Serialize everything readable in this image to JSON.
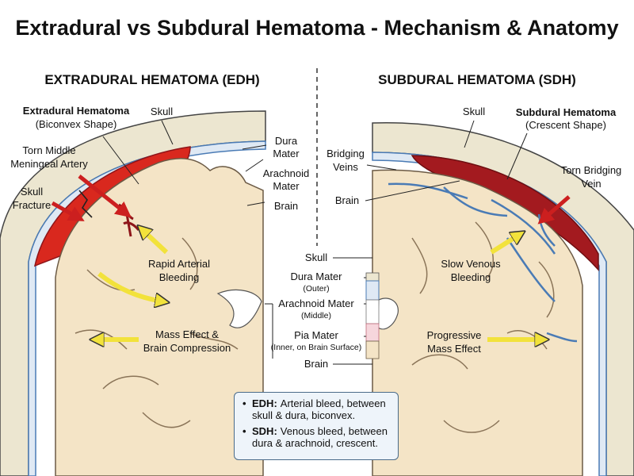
{
  "title": "Extradural vs Subdural Hematoma - Mechanism & Anatomy",
  "edh": {
    "heading": "EXTRADURAL HEMATOMA (EDH)",
    "hematoma_label": "Extradural Hematoma",
    "hematoma_shape": "(Biconvex Shape)",
    "skull": "Skull",
    "dura": [
      "Dura",
      "Mater"
    ],
    "arachnoid": [
      "Arachnoid",
      "Mater"
    ],
    "brain": "Brain",
    "artery": [
      "Torn Middle",
      "Meningeal Artery"
    ],
    "fracture": [
      "Skull",
      "Fracture"
    ],
    "bleeding": [
      "Rapid Arterial",
      "Bleeding"
    ],
    "mass_effect": [
      "Mass Effect &",
      "Brain Compression"
    ]
  },
  "sdh": {
    "heading": "SUBDURAL HEMATOMA (SDH)",
    "skull": "Skull",
    "hematoma_label": "Subdural Hematoma",
    "hematoma_shape": "(Crescent Shape)",
    "bridging": [
      "Bridging",
      "Veins"
    ],
    "brain": "Brain",
    "torn_vein": [
      "Torn Bridging",
      "Vein"
    ],
    "bleeding": [
      "Slow Venous",
      "Bleeding"
    ],
    "mass_effect": [
      "Progressive",
      "Mass Effect"
    ]
  },
  "layers": {
    "skull": "Skull",
    "dura": "Dura Mater",
    "dura_note": "(Outer)",
    "arachnoid": "Arachnoid Mater",
    "arachnoid_note": "(Middle)",
    "pia": "Pia Mater",
    "pia_note": "(Inner, on Brain Surface)",
    "brain": "Brain"
  },
  "legend": [
    {
      "key": "EDH:",
      "text": "Arterial bleed, between skull & dura, biconvex."
    },
    {
      "key": "SDH:",
      "text": "Venous bleed, between dura & arachnoid, crescent."
    }
  ],
  "colors": {
    "skull": "#ece6d0",
    "brain": "#f4e4c6",
    "blood": "#d9281e",
    "blood_dark": "#8e1519",
    "vessel": "#4a7bb5",
    "arrow_yellow": "#f2e23b",
    "arrow_red": "#cc1f1f"
  }
}
